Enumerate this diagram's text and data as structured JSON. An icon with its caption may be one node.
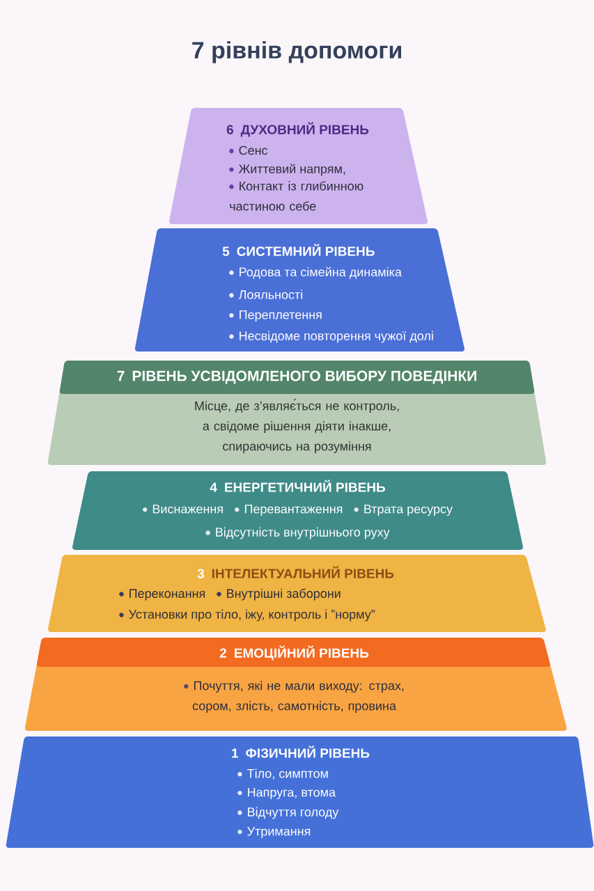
{
  "diagram": {
    "title": "7 рівнів допомоги",
    "nodes": [
      {
        "text": [
          "6",
          "ДУХОВНИЙ РІВЕНЬ",
          "Сенс",
          "Життевий напрям,",
          "Контакт із глибинною частиною себе"
        ]
      },
      {
        "text": [
          "5",
          "СИСТЕМНИЙ РІВЕНЬ",
          "Родова та сімейна динаміка",
          "Лояльності",
          "Переплетення",
          "Несвідоме повторення чужої долі"
        ]
      },
      {
        "text": [
          "7",
          "РІВЕНЬ УСВІДОМЛЕНОГО ВИБОРУ ПОВЕДІНКИ",
          "Місце, де з’являє́ться не контроль, а свідоме рішення діяти інакше, спираючись на розуміння"
        ]
      },
      {
        "text": [
          "4",
          "ЕНЕРГЕТИЧНИЙ РІВЕНЬ",
          "Виснаження",
          "Перевантаження",
          "Втрата ресурсу",
          "Відсутність внутрішнього руху"
        ]
      },
      {
        "text": [
          "3",
          "ІНТЕЛЕКТУАЛЬНИЙ РІВЕНЬ",
          "Переконання",
          "Внутрішні заборони",
          "Установки про тіло, іжу, контроль і ”норму”"
        ]
      },
      {
        "text": [
          "2",
          "ЕМОЦІЙНИЙ РІВЕНЬ",
          "Почуття, які не мали виходу: страх, сором, злість, самотність, провина"
        ]
      },
      {
        "text": [
          "1",
          "ФІЗИЧНИЙ РІВЕНЬ",
          "Тіло, симптом",
          "Напруга, втома",
          "Відчуття голоду",
          "Утримання"
        ]
      }
    ]
  }
}
